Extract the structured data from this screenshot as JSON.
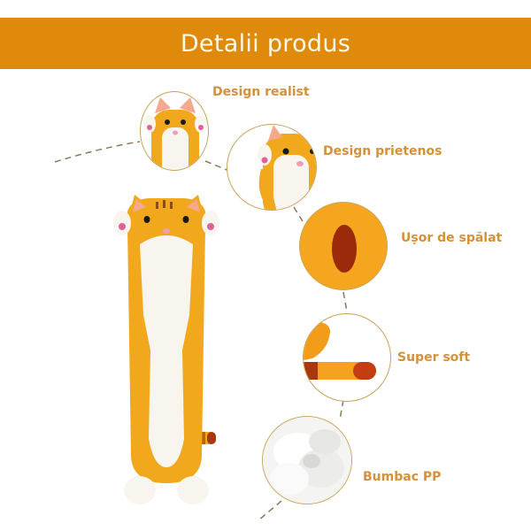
{
  "header": {
    "title": "Detalii produs"
  },
  "colors": {
    "banner": "#df8a0b",
    "banner_text": "#fff8e6",
    "label": "#d4913a",
    "circle_border": "#c9a35c",
    "connector": "#8a7a5a",
    "cat_orange": "#f2a81d",
    "cat_white": "#f7f5ee",
    "nose_pink": "#f29cb8"
  },
  "product": {
    "image": "long-cat-plush-pillow-icon"
  },
  "features": [
    {
      "label": "Design realist",
      "icon": "cat-face-closeup-icon"
    },
    {
      "label": "Design prietenos",
      "icon": "cat-side-closeup-icon"
    },
    {
      "label": "Ușor de spălat",
      "icon": "fabric-closeup-icon"
    },
    {
      "label": "Super soft",
      "icon": "tail-closeup-icon"
    },
    {
      "label": "Bumbac PP",
      "icon": "cotton-filling-icon"
    }
  ]
}
